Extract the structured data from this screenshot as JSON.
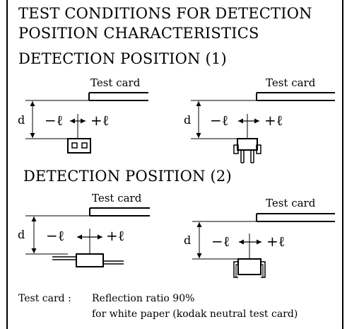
{
  "title_line1": "TEST CONDITIONS FOR DETECTION",
  "title_line2": "POSITION CHARACTERISTICS",
  "section1": "DETECTION POSITION (1)",
  "section2": "DETECTION POSITION (2)",
  "card_label": "Test card",
  "dim_d": "d",
  "minus_l": "−ℓ",
  "plus_l": "+ℓ",
  "note_label": "Test card :",
  "note_line1": "Reflection ratio 90%",
  "note_line2": "for white paper (kodak neutral test card)"
}
